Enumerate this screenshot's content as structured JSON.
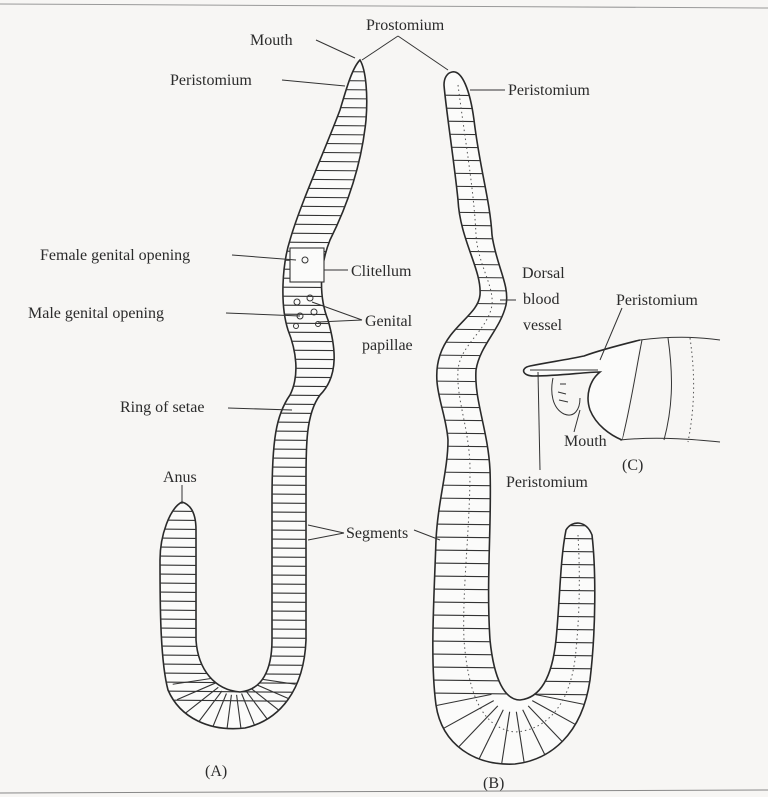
{
  "labels": {
    "prostomium_top": "Prostomium",
    "mouth_a": "Mouth",
    "peristomium_a": "Peristomium",
    "peristomium_b": "Peristomium",
    "female_genital_opening": "Female genital opening",
    "clitellum": "Clitellum",
    "male_genital_opening": "Male genital opening",
    "genital_papillae_1": "Genital",
    "genital_papillae_2": "papillae",
    "dorsal_1": "Dorsal",
    "dorsal_2": "blood",
    "dorsal_3": "vessel",
    "ring_of_setae": "Ring of setae",
    "anus": "Anus",
    "segments": "Segments",
    "peristomium_c_top": "Peristomium",
    "mouth_c": "Mouth",
    "peristomium_c_bottom": "Peristomium",
    "fig_a": "(A)",
    "fig_b": "(B)",
    "fig_c": "(C)"
  }
}
